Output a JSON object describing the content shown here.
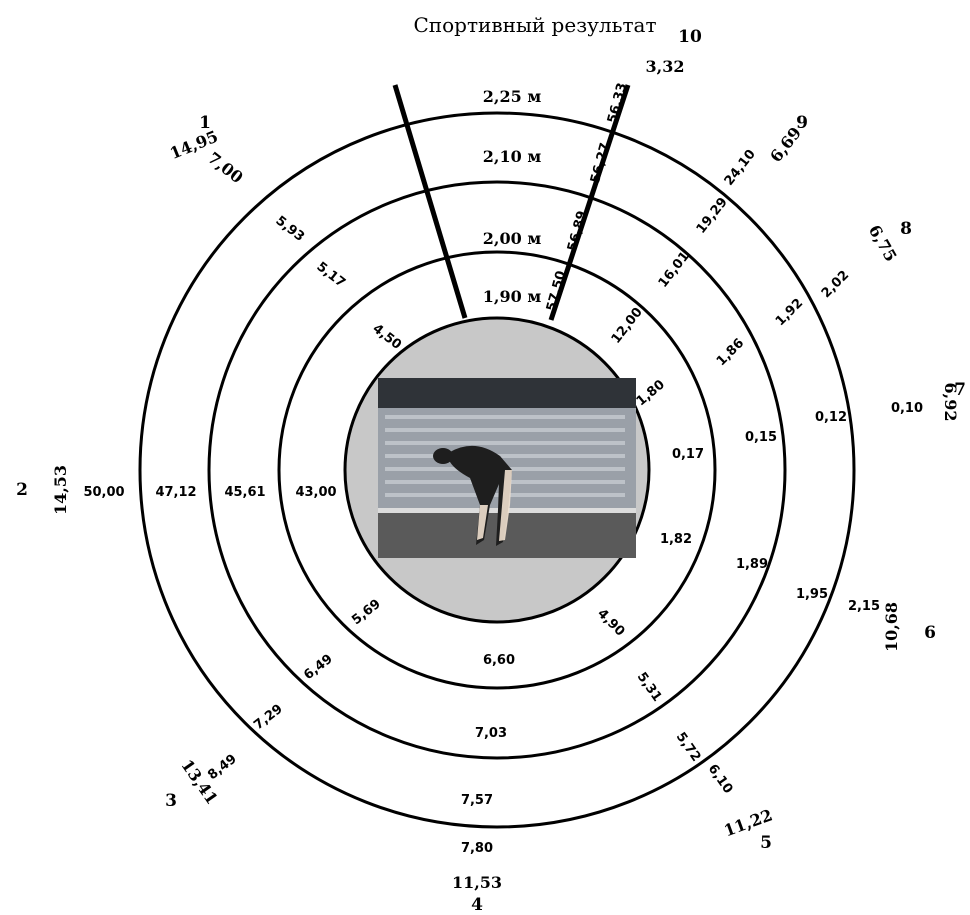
{
  "title": "Спортивный результат",
  "heights": [
    "1,90 м",
    "2,00 м",
    "2,10 м",
    "2,25 м"
  ],
  "sectors": [
    {
      "n": "1",
      "score": "14,95",
      "values": [
        "4,50",
        "5,17",
        "5,93",
        "7,00"
      ]
    },
    {
      "n": "2",
      "score": "14,53",
      "values": [
        "43,00",
        "45,61",
        "47,12",
        "50,00"
      ]
    },
    {
      "n": "3",
      "score": "13,41",
      "values": [
        "5,69",
        "6,49",
        "7,29",
        "8,49"
      ]
    },
    {
      "n": "4",
      "score": "11,53",
      "values": [
        "6,60",
        "7,03",
        "7,57",
        "7,80"
      ]
    },
    {
      "n": "5",
      "score": "11,22",
      "values": [
        "4,90",
        "5,31",
        "5,72",
        "6,10"
      ]
    },
    {
      "n": "6",
      "score": "10,68",
      "values": [
        "1,82",
        "1,89",
        "1,95",
        "2,15"
      ]
    },
    {
      "n": "7",
      "score": "6,92",
      "values": [
        "0,17",
        "0,15",
        "0,12",
        "0,10"
      ]
    },
    {
      "n": "8",
      "score": "6,75",
      "values": [
        "1,80",
        "1,86",
        "1,92",
        "2,02"
      ]
    },
    {
      "n": "9",
      "score": "6,69",
      "values": [
        "12,00",
        "16,01",
        "19,29",
        "24,10"
      ]
    },
    {
      "n": "10",
      "score": "3,32",
      "values": [
        "57,50",
        "56,89",
        "56,27",
        "56,33"
      ]
    }
  ],
  "photo": {
    "alt": "high-jump-athlete-photo"
  },
  "colors": {
    "center_fill": "#c8c8c8",
    "track": "#5a5a5a",
    "stand": "#9aa0a8"
  }
}
